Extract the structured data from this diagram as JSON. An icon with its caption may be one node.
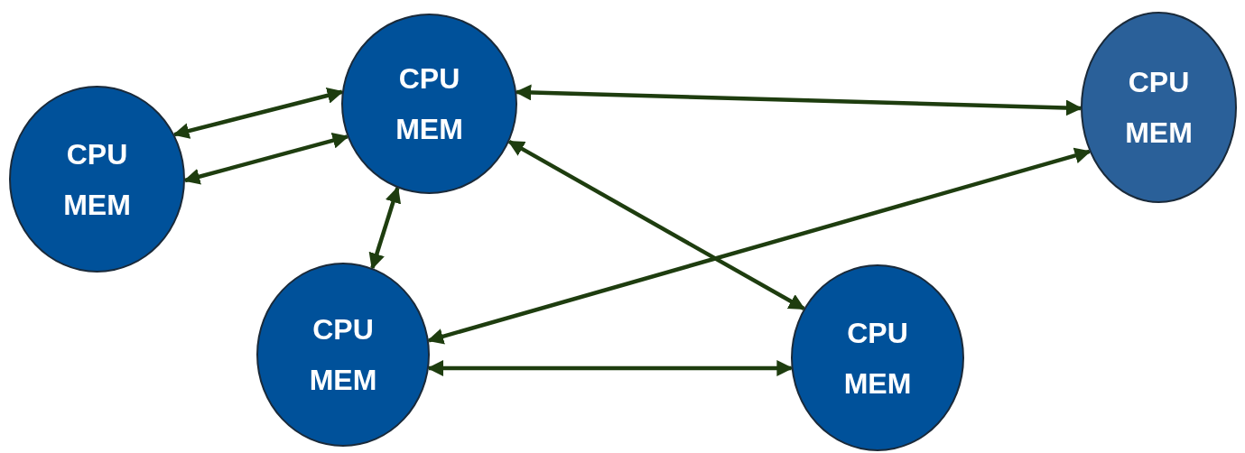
{
  "diagram": {
    "nodes": [
      {
        "text": [
          "CPU",
          "MEM"
        ]
      },
      {
        "text": [
          "CPU",
          "MEM"
        ]
      },
      {
        "text": [
          "CPU",
          "MEM"
        ]
      },
      {
        "text": [
          "CPU",
          "MEM"
        ]
      },
      {
        "text": [
          "CPU",
          "MEM"
        ]
      }
    ],
    "edges": [
      {
        "from": 0,
        "to": 1,
        "arrow": "both"
      },
      {
        "from": 0,
        "to": 1,
        "arrow": "both"
      },
      {
        "from": 1,
        "to": 2,
        "arrow": "both"
      },
      {
        "from": 1,
        "to": 3,
        "arrow": "both"
      },
      {
        "from": 1,
        "to": 4,
        "arrow": "both"
      },
      {
        "from": 3,
        "to": 2,
        "arrow": "both"
      },
      {
        "from": 3,
        "to": 4,
        "arrow": "both"
      }
    ]
  }
}
